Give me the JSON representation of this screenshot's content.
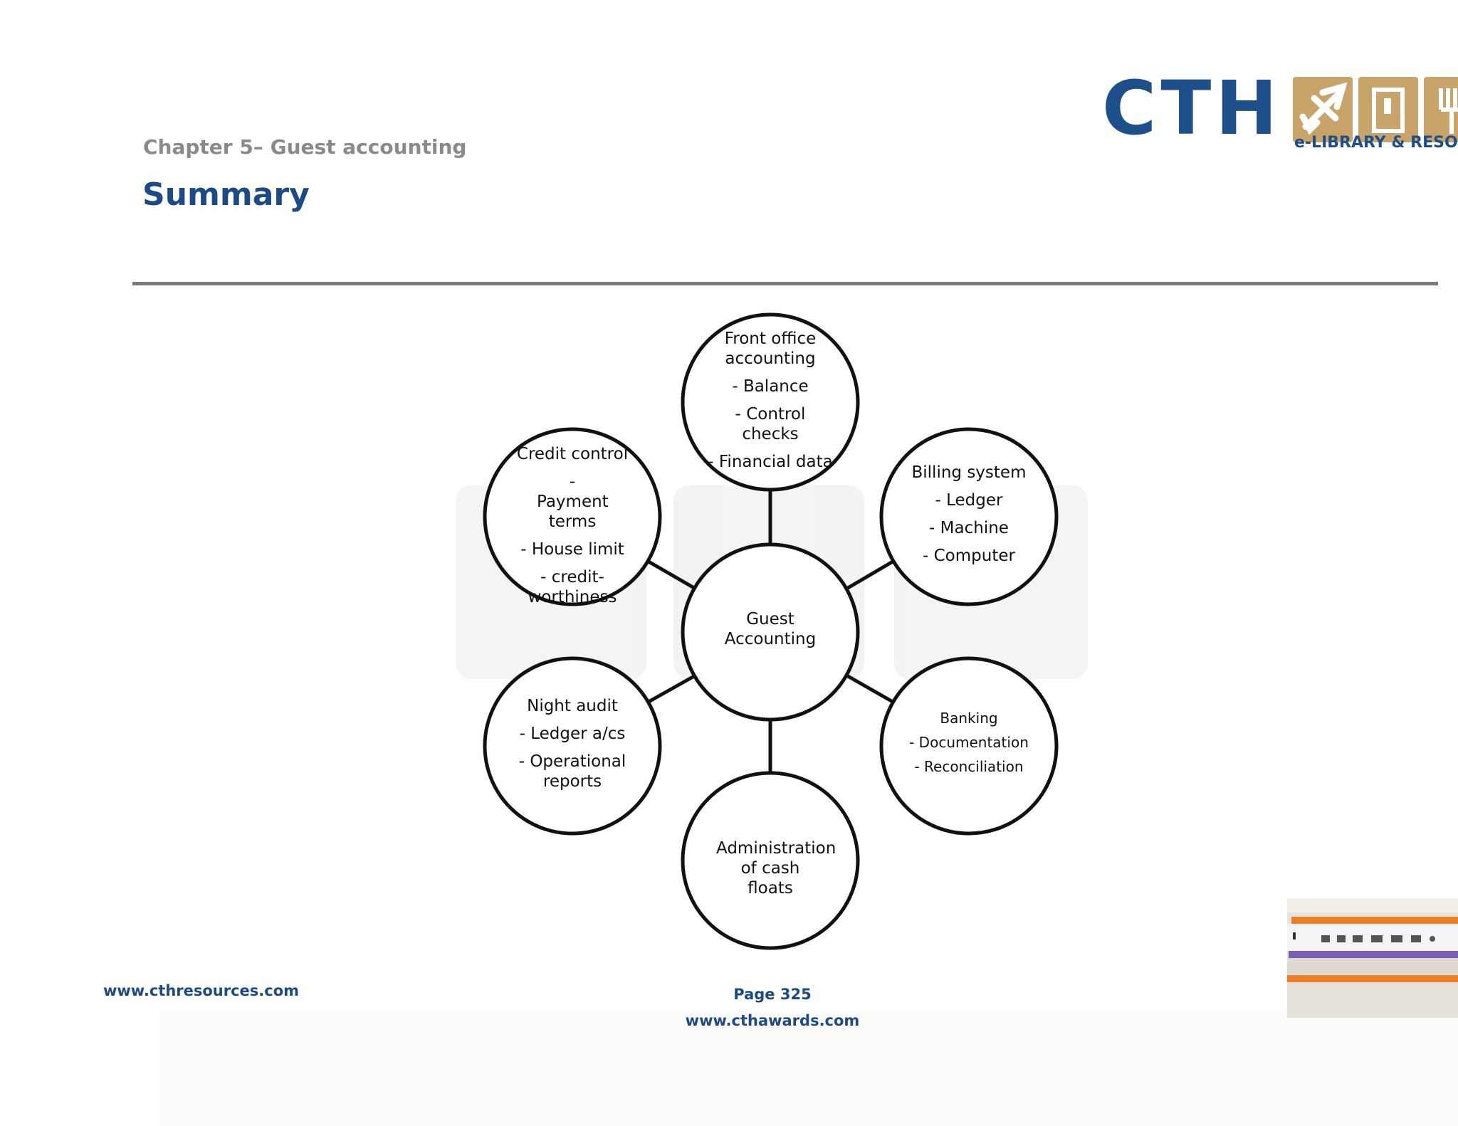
{
  "header": {
    "logo_text": "CTH",
    "logo_tagline": "e-LIBRARY & RESOURCES",
    "chapter": "Chapter 5– Guest accounting",
    "title": "Summary"
  },
  "diagram": {
    "center": [
      "Guest",
      "Accounting"
    ],
    "nodes": {
      "front_office": [
        "Front office accounting",
        "- Balance",
        "- Control checks",
        "- Financial data"
      ],
      "billing": [
        "Billing system",
        "- Ledger",
        "- Machine",
        "- Computer"
      ],
      "banking": [
        "Banking",
        "- Documentation",
        "- Reconciliation"
      ],
      "cash_floats": [
        "Administration of cash floats"
      ],
      "night_audit": [
        "Night audit",
        "- Ledger a/cs",
        "- Operational reports"
      ],
      "credit_control": [
        "Credit control",
        "- Payment terms",
        "- House limit",
        "- credit-worthiness"
      ]
    }
  },
  "footer": {
    "left_url": "www.cthresources.com",
    "page": "Page  325",
    "url": "www.cthawards.com"
  },
  "colors": {
    "brand_blue": "#1b4a86",
    "logo_blue": "#1d4f8b",
    "logo_gold": "#c9a46a",
    "chapter_gray": "#8a8a8a",
    "rule_gray": "#7a7a7a"
  }
}
